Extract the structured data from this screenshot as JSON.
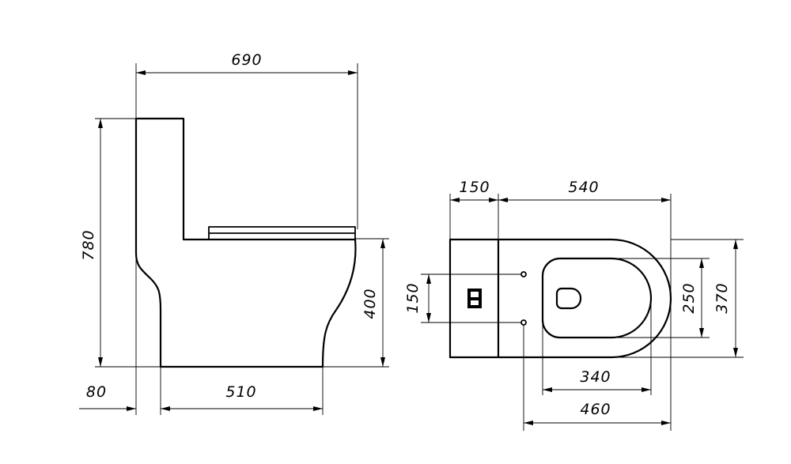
{
  "side_view": {
    "overall_length": "690",
    "overall_height": "780",
    "seat_height": "400",
    "rear_offset": "80",
    "base_length": "510"
  },
  "top_view": {
    "tank_depth": "150",
    "bowl_length": "540",
    "fixing_spacing": "150",
    "seat_width": "250",
    "overall_width": "370",
    "seat_length": "340",
    "fixing_to_front": "460"
  }
}
